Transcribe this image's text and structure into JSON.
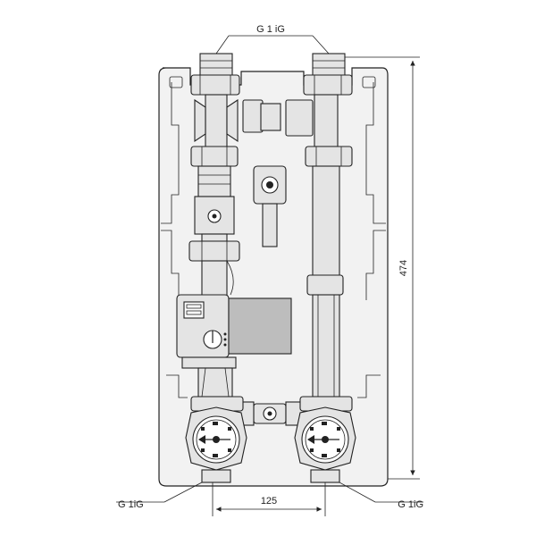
{
  "labels": {
    "top_connection": "G 1 iG",
    "height_dimension": "474",
    "width_dimension": "125",
    "bottom_left_connection": "G 1iG",
    "bottom_right_connection": "G 1iG"
  },
  "colors": {
    "line": "#222222",
    "housing": "#f2f2f2",
    "metal": "#e4e4e4",
    "pump": "#d0d0d0"
  }
}
